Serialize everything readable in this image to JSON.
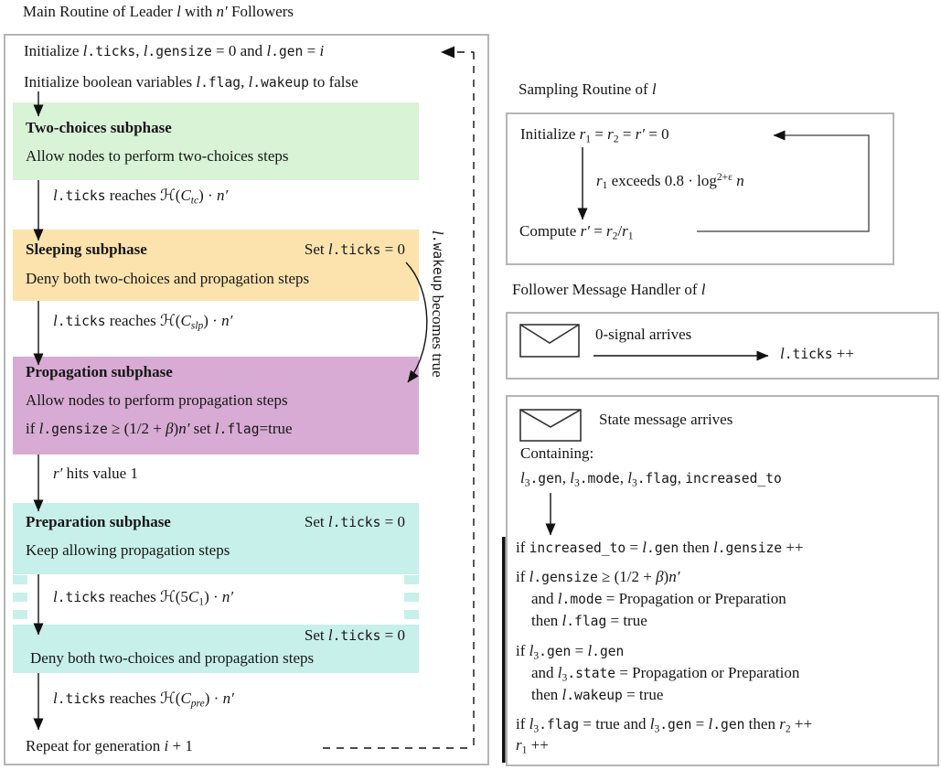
{
  "colors": {
    "phase_green": "#d9f3d6",
    "phase_orange": "#fce3ad",
    "phase_purple": "#d7abd3",
    "phase_teal": "#c8f0ea",
    "box_border": "#b5b5b5",
    "arrow": "#111111",
    "loop_line": "#3c3c3c"
  },
  "main": {
    "title": [
      {
        "t": "Main Routine of Leader "
      },
      {
        "t": "l",
        "s": "i"
      },
      {
        "t": " with "
      },
      {
        "t": "n′",
        "s": "i"
      },
      {
        "t": " Followers"
      }
    ],
    "init_line1": [
      {
        "t": "Initialize "
      },
      {
        "t": "l",
        "s": "i"
      },
      {
        "t": ".ticks",
        "s": "m"
      },
      {
        "t": ", "
      },
      {
        "t": "l",
        "s": "i"
      },
      {
        "t": ".gensize",
        "s": "m"
      },
      {
        "t": " = 0 and "
      },
      {
        "t": "l",
        "s": "i"
      },
      {
        "t": ".gen",
        "s": "m"
      },
      {
        "t": " = "
      },
      {
        "t": "i",
        "s": "i"
      }
    ],
    "init_line2": [
      {
        "t": "Initialize boolean variables "
      },
      {
        "t": "l",
        "s": "i"
      },
      {
        "t": ".flag",
        "s": "m"
      },
      {
        "t": ", "
      },
      {
        "t": "l",
        "s": "i"
      },
      {
        "t": ".wakeup",
        "s": "m"
      },
      {
        "t": " to false"
      }
    ],
    "phases": {
      "two_choices": {
        "title": [
          {
            "t": "Two-choices subphase",
            "s": "b"
          }
        ],
        "body": [
          {
            "t": "Allow nodes to perform two-choices steps"
          }
        ]
      },
      "sleeping": {
        "title": [
          {
            "t": "Sleeping subphase",
            "s": "b"
          }
        ],
        "set": [
          {
            "t": "Set "
          },
          {
            "t": "l",
            "s": "i"
          },
          {
            "t": ".ticks",
            "s": "m"
          },
          {
            "t": " = 0"
          }
        ],
        "body": [
          {
            "t": "Deny both two-choices and propagation steps"
          }
        ]
      },
      "propagation": {
        "title": [
          {
            "t": "Propagation subphase",
            "s": "b"
          }
        ],
        "body1": [
          {
            "t": "Allow nodes to perform propagation steps"
          }
        ],
        "body2": [
          {
            "t": "if "
          },
          {
            "t": "l",
            "s": "i"
          },
          {
            "t": ".gensize",
            "s": "m"
          },
          {
            "t": " ≥ (1/2 + "
          },
          {
            "t": "β",
            "s": "i"
          },
          {
            "t": ")"
          },
          {
            "t": "n′",
            "s": "i"
          },
          {
            "t": " set "
          },
          {
            "t": "l",
            "s": "i"
          },
          {
            "t": ".flag",
            "s": "m"
          },
          {
            "t": "=true"
          }
        ]
      },
      "preparation": {
        "title": [
          {
            "t": "Preparation subphase",
            "s": "b"
          }
        ],
        "set": [
          {
            "t": "Set "
          },
          {
            "t": "l",
            "s": "i"
          },
          {
            "t": ".ticks",
            "s": "m"
          },
          {
            "t": " = 0"
          }
        ],
        "body": [
          {
            "t": "Keep allowing propagation steps"
          }
        ]
      },
      "deny": {
        "set": [
          {
            "t": "Set "
          },
          {
            "t": "l",
            "s": "i"
          },
          {
            "t": ".ticks",
            "s": "m"
          },
          {
            "t": " = 0"
          }
        ],
        "body": [
          {
            "t": "Deny both two-choices and propagation steps"
          }
        ]
      }
    },
    "transitions": {
      "tc": [
        {
          "t": "l",
          "s": "i"
        },
        {
          "t": ".ticks",
          "s": "m"
        },
        {
          "t": " reaches ℋ("
        },
        {
          "t": "C",
          "s": "i"
        },
        {
          "t": "tc",
          "s": "subi"
        },
        {
          "t": ") · "
        },
        {
          "t": "n′",
          "s": "i"
        }
      ],
      "slp": [
        {
          "t": "l",
          "s": "i"
        },
        {
          "t": ".ticks",
          "s": "m"
        },
        {
          "t": " reaches ℋ("
        },
        {
          "t": "C",
          "s": "i"
        },
        {
          "t": "slp",
          "s": "subi"
        },
        {
          "t": ") · "
        },
        {
          "t": "n′",
          "s": "i"
        }
      ],
      "rprime": [
        {
          "t": "r′",
          "s": "i"
        },
        {
          "t": " hits value 1"
        }
      ],
      "c1": [
        {
          "t": "l",
          "s": "i"
        },
        {
          "t": ".ticks",
          "s": "m"
        },
        {
          "t": " reaches ℋ(5"
        },
        {
          "t": "C",
          "s": "i"
        },
        {
          "t": "1",
          "s": "sub"
        },
        {
          "t": ") · "
        },
        {
          "t": "n′",
          "s": "i"
        }
      ],
      "pre": [
        {
          "t": "l",
          "s": "i"
        },
        {
          "t": ".ticks",
          "s": "m"
        },
        {
          "t": " reaches ℋ("
        },
        {
          "t": "C",
          "s": "i"
        },
        {
          "t": "pre",
          "s": "subi"
        },
        {
          "t": ") · "
        },
        {
          "t": "n′",
          "s": "i"
        }
      ]
    },
    "wakeup_note": [
      {
        "t": "l",
        "s": "i"
      },
      {
        "t": ".wakeup",
        "s": "m"
      },
      {
        "t": " becomes true"
      }
    ],
    "repeat_line": [
      {
        "t": "Repeat for generation "
      },
      {
        "t": "i",
        "s": "i"
      },
      {
        "t": " + 1"
      }
    ]
  },
  "sampling": {
    "title": [
      {
        "t": "Sampling Routine of "
      },
      {
        "t": "l",
        "s": "i"
      }
    ],
    "init": [
      {
        "t": "Initialize "
      },
      {
        "t": "r",
        "s": "i"
      },
      {
        "t": "1",
        "s": "sub"
      },
      {
        "t": " = "
      },
      {
        "t": "r",
        "s": "i"
      },
      {
        "t": "2",
        "s": "sub"
      },
      {
        "t": " = "
      },
      {
        "t": "r′",
        "s": "i"
      },
      {
        "t": " = 0"
      }
    ],
    "cond": [
      {
        "t": "r",
        "s": "i"
      },
      {
        "t": "1",
        "s": "sub"
      },
      {
        "t": " exceeds 0.8 · log"
      },
      {
        "t": "2+ε",
        "s": "sup"
      },
      {
        "t": " "
      },
      {
        "t": "n",
        "s": "i"
      }
    ],
    "compute": [
      {
        "t": "Compute "
      },
      {
        "t": "r′",
        "s": "i"
      },
      {
        "t": " = "
      },
      {
        "t": "r",
        "s": "i"
      },
      {
        "t": "2",
        "s": "sub"
      },
      {
        "t": "/"
      },
      {
        "t": "r",
        "s": "i"
      },
      {
        "t": "1",
        "s": "sub"
      }
    ]
  },
  "handler": {
    "title": [
      {
        "t": "Follower Message Handler of "
      },
      {
        "t": "l",
        "s": "i"
      }
    ],
    "event": [
      {
        "t": "0-signal arrives"
      }
    ],
    "action": [
      {
        "t": "l",
        "s": "i"
      },
      {
        "t": ".ticks",
        "s": "m"
      },
      {
        "t": " ++"
      }
    ]
  },
  "state_handler": {
    "event": [
      {
        "t": "State message arrives"
      }
    ],
    "containing": [
      {
        "t": "Containing:"
      }
    ],
    "fields": [
      {
        "t": "l",
        "s": "i"
      },
      {
        "t": "3",
        "s": "sub"
      },
      {
        "t": ".gen",
        "s": "m"
      },
      {
        "t": ", "
      },
      {
        "t": "l",
        "s": "i"
      },
      {
        "t": "3",
        "s": "sub"
      },
      {
        "t": ".mode",
        "s": "m"
      },
      {
        "t": ", "
      },
      {
        "t": "l",
        "s": "i"
      },
      {
        "t": "3",
        "s": "sub"
      },
      {
        "t": ".flag",
        "s": "m"
      },
      {
        "t": ", "
      },
      {
        "t": "increased_to",
        "s": "m"
      }
    ],
    "code": {
      "c1": [
        {
          "t": "if "
        },
        {
          "t": "increased_to",
          "s": "m"
        },
        {
          "t": " = "
        },
        {
          "t": "l",
          "s": "i"
        },
        {
          "t": ".gen",
          "s": "m"
        },
        {
          "t": " then "
        },
        {
          "t": "l",
          "s": "i"
        },
        {
          "t": ".gensize",
          "s": "m"
        },
        {
          "t": " ++"
        }
      ],
      "c2": [
        {
          "t": "if "
        },
        {
          "t": "l",
          "s": "i"
        },
        {
          "t": ".gensize",
          "s": "m"
        },
        {
          "t": " ≥ (1/2 + "
        },
        {
          "t": "β",
          "s": "i"
        },
        {
          "t": ")"
        },
        {
          "t": "n′",
          "s": "i"
        }
      ],
      "c3": [
        {
          "t": "and "
        },
        {
          "t": "l",
          "s": "i"
        },
        {
          "t": ".mode",
          "s": "m"
        },
        {
          "t": " = Propagation or Preparation"
        }
      ],
      "c4": [
        {
          "t": "then "
        },
        {
          "t": "l",
          "s": "i"
        },
        {
          "t": ".flag",
          "s": "m"
        },
        {
          "t": " = true"
        }
      ],
      "c5": [
        {
          "t": "if "
        },
        {
          "t": "l",
          "s": "i"
        },
        {
          "t": "3",
          "s": "sub"
        },
        {
          "t": ".gen",
          "s": "m"
        },
        {
          "t": " = "
        },
        {
          "t": "l",
          "s": "i"
        },
        {
          "t": ".gen",
          "s": "m"
        }
      ],
      "c6": [
        {
          "t": "and "
        },
        {
          "t": "l",
          "s": "i"
        },
        {
          "t": "3",
          "s": "sub"
        },
        {
          "t": ".state",
          "s": "m"
        },
        {
          "t": " = Propagation or Preparation"
        }
      ],
      "c7": [
        {
          "t": "then "
        },
        {
          "t": "l",
          "s": "i"
        },
        {
          "t": ".wakeup",
          "s": "m"
        },
        {
          "t": " = true"
        }
      ],
      "c8": [
        {
          "t": "if "
        },
        {
          "t": "l",
          "s": "i"
        },
        {
          "t": "3",
          "s": "sub"
        },
        {
          "t": ".flag",
          "s": "m"
        },
        {
          "t": " = true and "
        },
        {
          "t": "l",
          "s": "i"
        },
        {
          "t": "3",
          "s": "sub"
        },
        {
          "t": ".gen",
          "s": "m"
        },
        {
          "t": " = "
        },
        {
          "t": "l",
          "s": "i"
        },
        {
          "t": ".gen",
          "s": "m"
        },
        {
          "t": " then "
        },
        {
          "t": "r",
          "s": "i"
        },
        {
          "t": "2",
          "s": "sub"
        },
        {
          "t": " ++"
        }
      ],
      "c9": [
        {
          "t": "r",
          "s": "i"
        },
        {
          "t": "1",
          "s": "sub"
        },
        {
          "t": " ++"
        }
      ]
    }
  }
}
